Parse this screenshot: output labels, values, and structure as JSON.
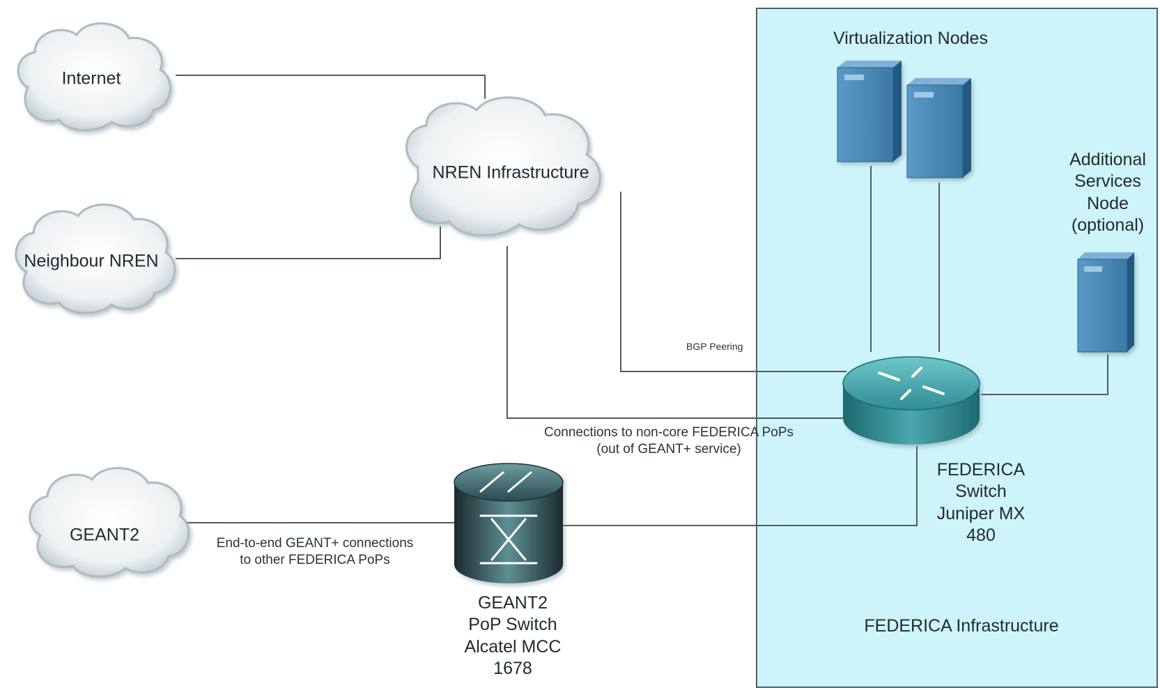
{
  "colors": {
    "region_fill": "#cdf4fb",
    "region_stroke": "#4d5f66",
    "link": "#505a5e",
    "cloud_fill": "#eef2f4",
    "server": "#3f7fae",
    "router": "#2e8f96"
  },
  "clouds": {
    "internet": "Internet",
    "nren": "NREN Infrastructure",
    "neighbour": "Neighbour NREN",
    "geant2": "GEANT2"
  },
  "region": {
    "label": "FEDERICA Infrastructure"
  },
  "virtualization": {
    "label": "Virtualization Nodes"
  },
  "additional": {
    "line1": "Additional",
    "line2": "Services",
    "line3": "Node",
    "line4": "(optional)"
  },
  "federica_switch": {
    "line1": "FEDERICA",
    "line2": "Switch",
    "line3": "Juniper MX",
    "line4": "480"
  },
  "geant_switch": {
    "line1": "GEANT2",
    "line2": "PoP Switch",
    "line3": "Alcatel MCC",
    "line4": "1678"
  },
  "links": {
    "bgp": "BGP Peering",
    "noncore_line1": "Connections to non-core FEDERICA PoPs",
    "noncore_line2": "(out of GEANT+ service)",
    "e2e_line1": "End-to-end GEANT+ connections",
    "e2e_line2": "to other FEDERICA PoPs"
  },
  "icons": [
    "cloud-icon",
    "server-icon",
    "router-icon",
    "atm-switch-icon"
  ]
}
